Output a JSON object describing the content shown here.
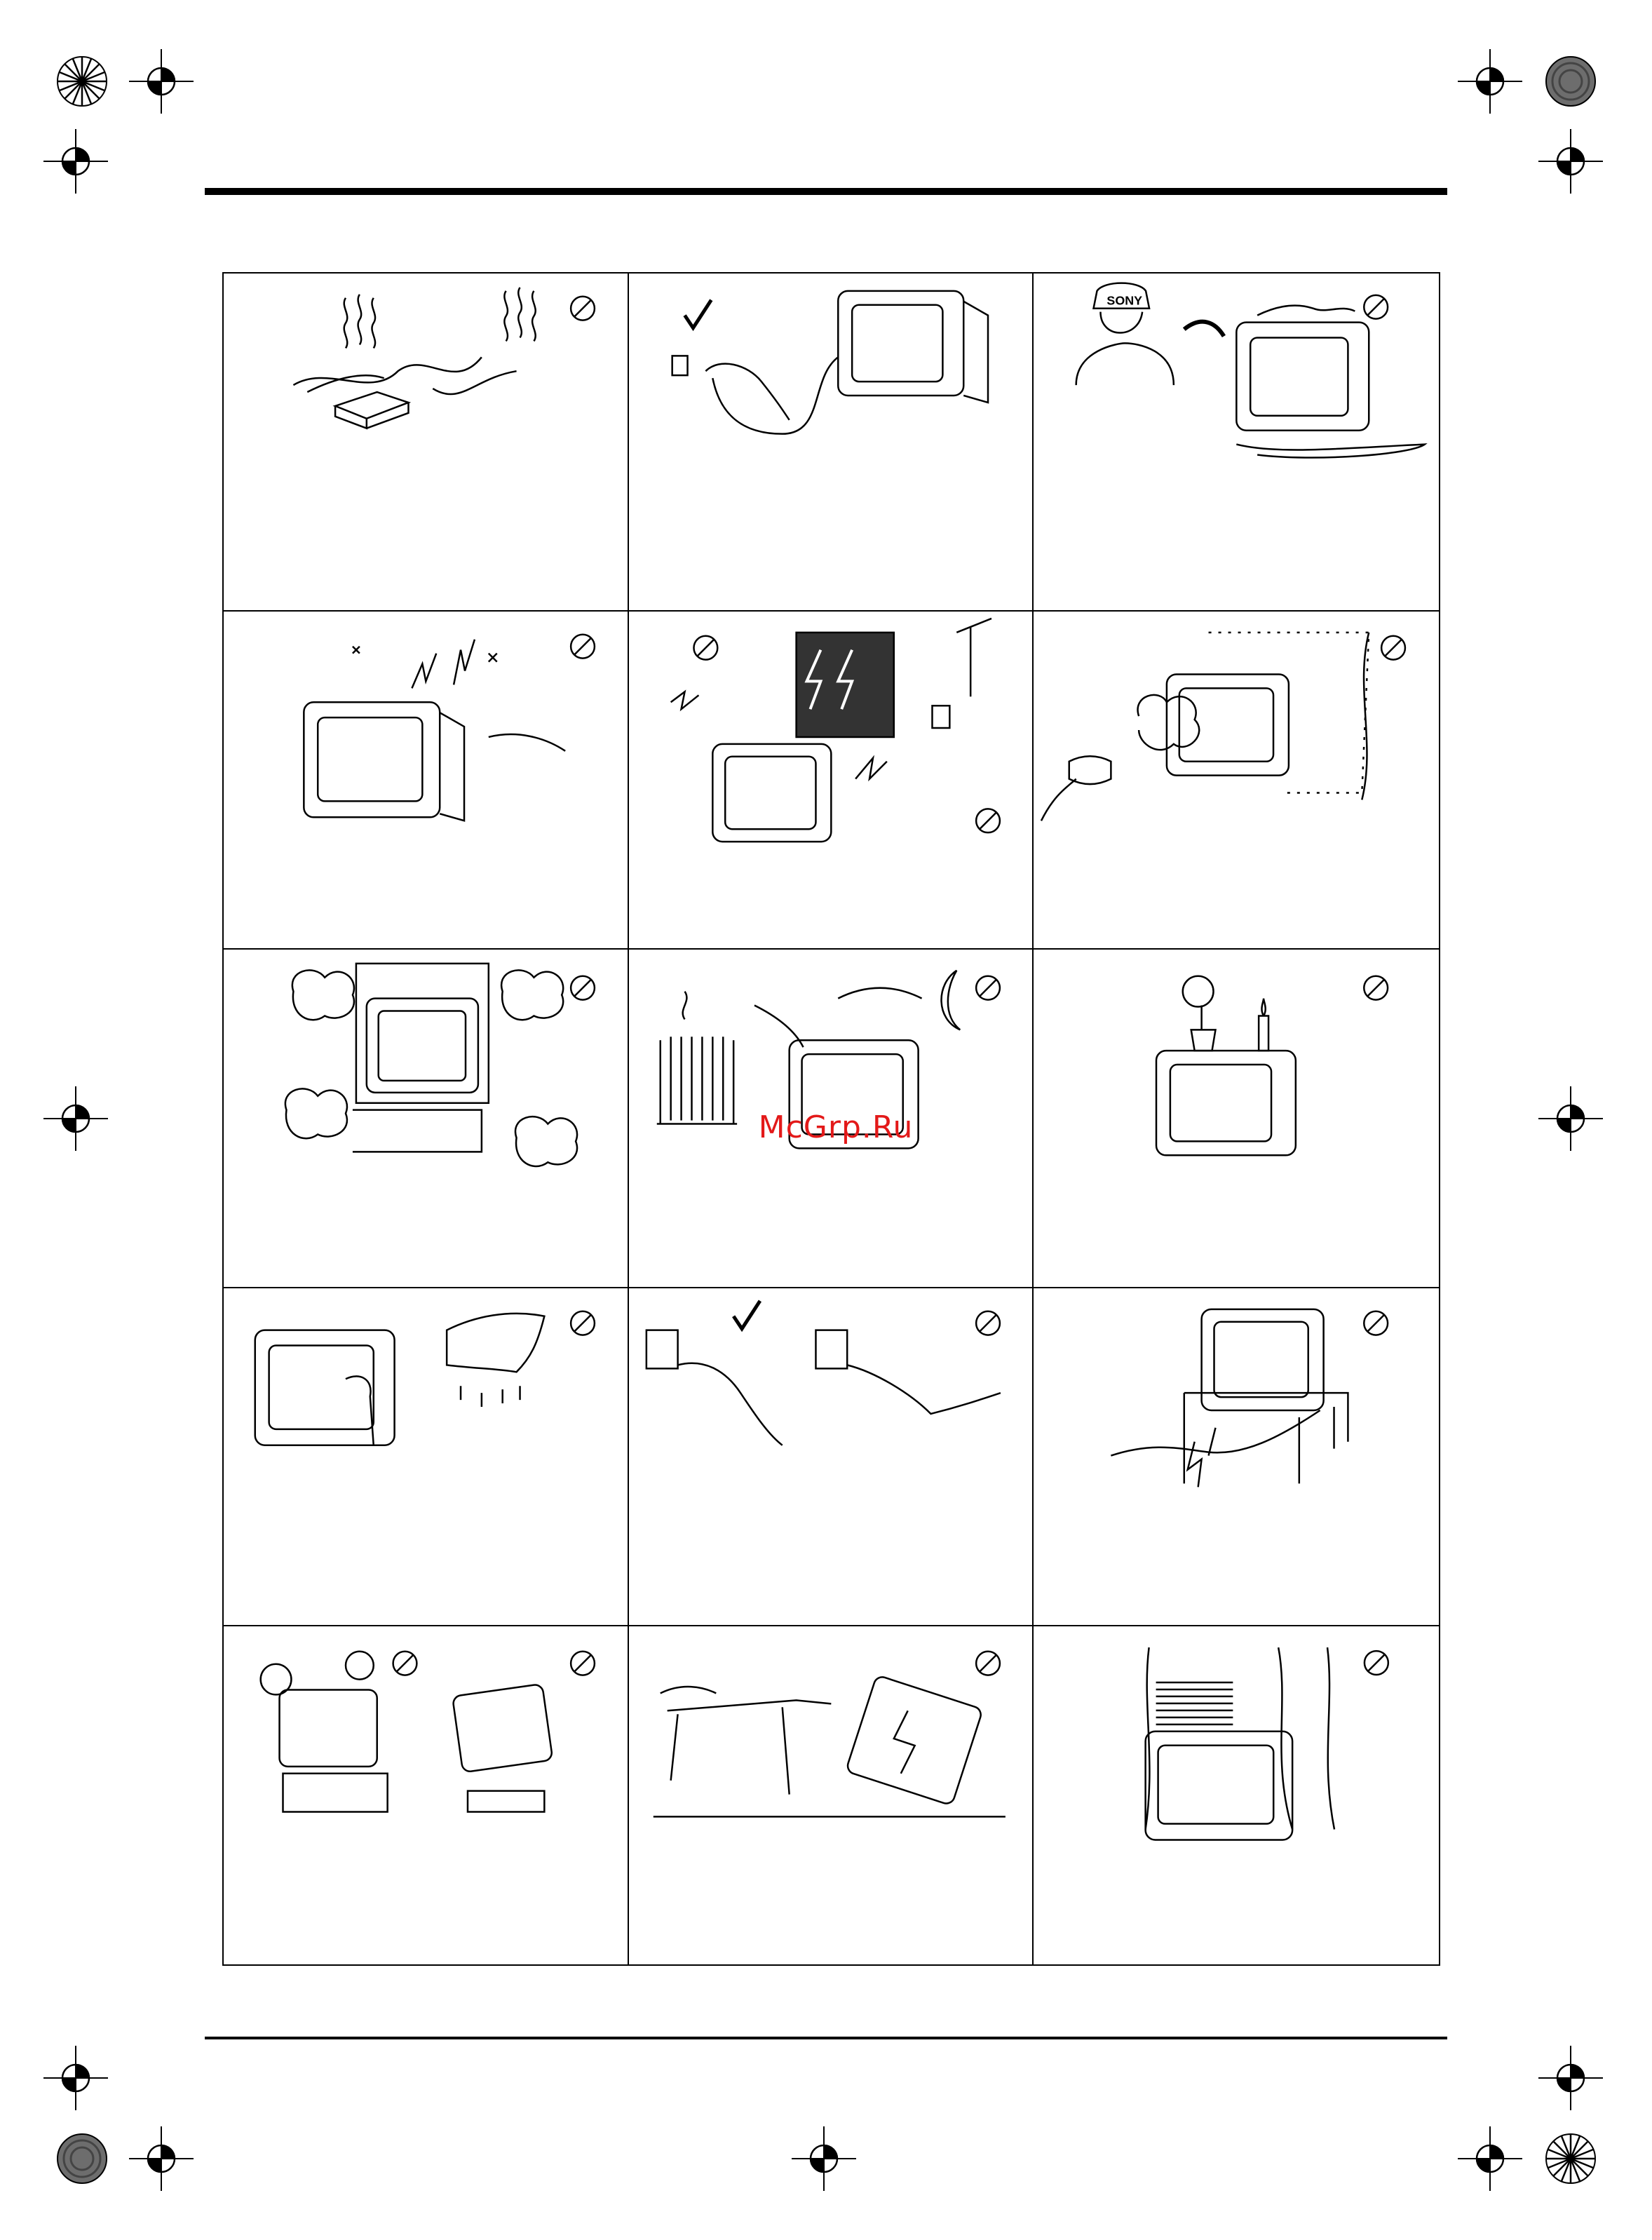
{
  "watermark": "McGrp.Ru",
  "brand_on_cap": "SONY",
  "colors": {
    "ink": "#000000",
    "paper": "#ffffff",
    "watermark": "#e31919"
  },
  "illustrations": [
    {
      "id": "overloaded-outlets",
      "marks": [
        "prohibited"
      ]
    },
    {
      "id": "unplug-by-plug",
      "marks": [
        "check"
      ]
    },
    {
      "id": "liquid-spill-call-service",
      "marks": [
        "prohibited"
      ]
    },
    {
      "id": "objects-into-vents",
      "marks": [
        "prohibited"
      ]
    },
    {
      "id": "lightning-storm",
      "marks": [
        "prohibited",
        "prohibited"
      ]
    },
    {
      "id": "steam-and-rain",
      "marks": [
        "prohibited"
      ]
    },
    {
      "id": "blocked-ventilation",
      "marks": [
        "prohibited"
      ]
    },
    {
      "id": "heat-and-sunlight",
      "marks": [
        "prohibited"
      ]
    },
    {
      "id": "flower-vase-and-candle",
      "marks": [
        "prohibited"
      ]
    },
    {
      "id": "cleaning-dry-cloth",
      "marks": [
        "prohibited"
      ]
    },
    {
      "id": "pull-plug-not-cord",
      "marks": [
        "check",
        "prohibited"
      ]
    },
    {
      "id": "damaged-cord",
      "marks": [
        "prohibited"
      ]
    },
    {
      "id": "children-climbing-unstable-stand",
      "marks": [
        "prohibited",
        "prohibited"
      ]
    },
    {
      "id": "falling-tv",
      "marks": [
        "prohibited"
      ]
    },
    {
      "id": "covered-by-books-curtains",
      "marks": [
        "prohibited"
      ]
    }
  ]
}
